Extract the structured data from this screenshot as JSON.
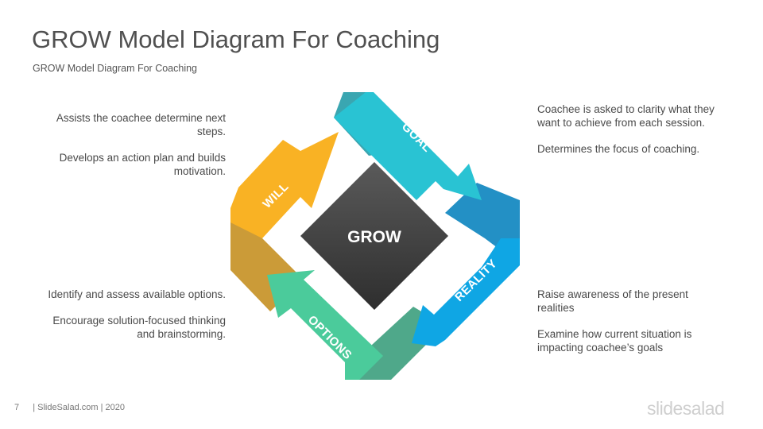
{
  "slide": {
    "title": "GROW Model Diagram For Coaching",
    "subtitle": "GROW Model  Diagram  For Coaching",
    "page_number": "7",
    "footer": "| SlideSalad.com | 2020",
    "logo": "slidesalad"
  },
  "diagram": {
    "center": "GROW",
    "arrows": [
      {
        "label": "GOAL",
        "color": "#29c3d3"
      },
      {
        "label": "REALITY",
        "color": "#0fa6e4"
      },
      {
        "label": "OPTIONS",
        "color": "#4bcb9b"
      },
      {
        "label": "WILL",
        "color": "#f9b224"
      }
    ],
    "center_color": "#3f3f3f"
  },
  "text": {
    "will": [
      "Assists the coachee determine next steps.",
      "Develops an action plan and builds motivation."
    ],
    "options": [
      "Identify and assess available options.",
      "Encourage solution-focused thinking and brainstorming."
    ],
    "goal": [
      "Coachee is asked to clarity what they want to achieve from each session.",
      "Determines the focus of coaching."
    ],
    "reality": [
      "Raise awareness of the present realities",
      "Examine how current situation is impacting coachee’s goals"
    ]
  }
}
